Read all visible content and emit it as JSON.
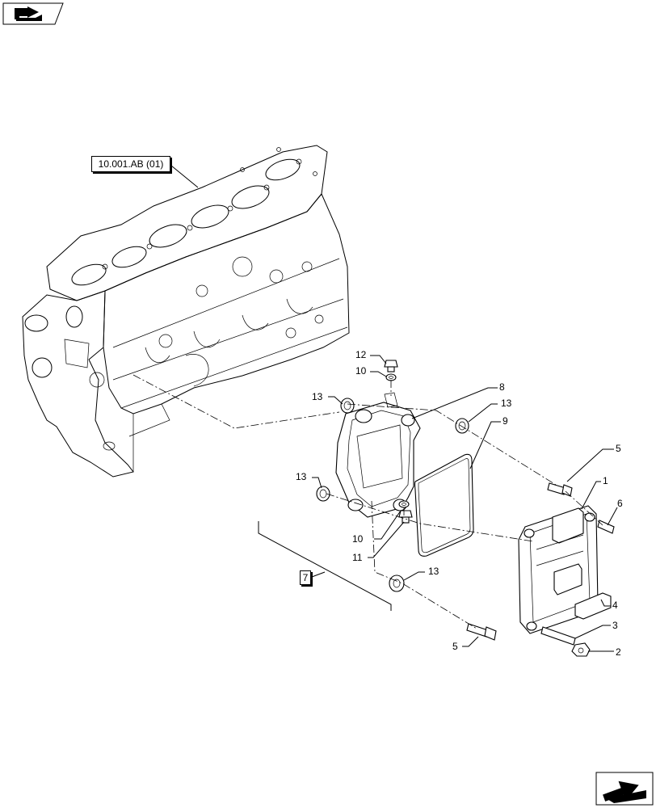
{
  "reference_box": {
    "label": "10.001.AB (01)"
  },
  "group_box": {
    "label": "7"
  },
  "callouts": [
    {
      "id": "c1",
      "label": "1"
    },
    {
      "id": "c2",
      "label": "2"
    },
    {
      "id": "c3",
      "label": "3"
    },
    {
      "id": "c4",
      "label": "4"
    },
    {
      "id": "c5a",
      "label": "5"
    },
    {
      "id": "c5b",
      "label": "5"
    },
    {
      "id": "c6",
      "label": "6"
    },
    {
      "id": "c8",
      "label": "8"
    },
    {
      "id": "c9",
      "label": "9"
    },
    {
      "id": "c10a",
      "label": "10"
    },
    {
      "id": "c10b",
      "label": "10"
    },
    {
      "id": "c11",
      "label": "11"
    },
    {
      "id": "c12",
      "label": "12"
    },
    {
      "id": "c13a",
      "label": "13"
    },
    {
      "id": "c13b",
      "label": "13"
    },
    {
      "id": "c13c",
      "label": "13"
    },
    {
      "id": "c13d",
      "label": "13"
    }
  ],
  "icons": {
    "top_left": "book-arrow-icon",
    "bottom_right": "next-page-arrow-icon"
  }
}
